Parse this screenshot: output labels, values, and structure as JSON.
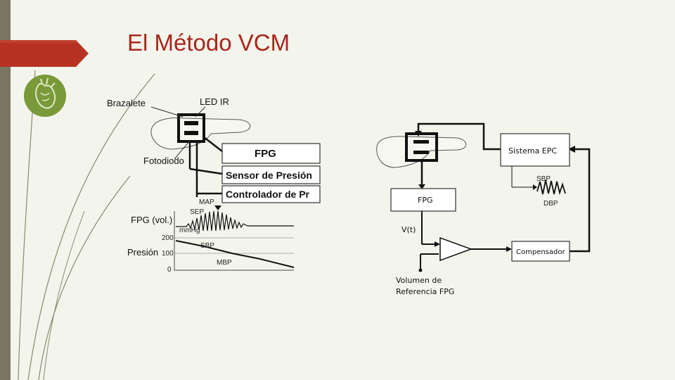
{
  "slide": {
    "title": "El Método VCM"
  },
  "left_diagram": {
    "labels": {
      "cuff": "Brazalete",
      "led": "LED IR",
      "photodiode": "Fotodiodo",
      "ppg_vol": "FPG (vol.)",
      "pressure": "Presión",
      "map": "MAP",
      "sep": "SEP",
      "sbp": "SBP",
      "mbp": "MBP",
      "unit": "mmHg",
      "tick_200": "200",
      "tick_100": "100",
      "tick_0": "0"
    },
    "boxes": {
      "fpg": "FPG",
      "pressure_sensor": "Sensor de Presión",
      "pressure_controller": "Controlador de Pr"
    }
  },
  "right_diagram": {
    "labels": {
      "epc_system": "Sistema EPC",
      "fpg": "FPG",
      "vt": "V(t)",
      "compensator": "Compensador",
      "sbp": "SBP",
      "dbp": "DBP",
      "reference_line1": "Volumen de",
      "reference_line2": "Referencia FPG"
    }
  },
  "icons": {
    "logo": "anatomical-heart-icon"
  },
  "colors": {
    "title": "#a8261c",
    "ribbon": "#b83224",
    "sidebar": "#7a7560",
    "background": "#f3f5ec",
    "logo": "#7a9a3a"
  }
}
